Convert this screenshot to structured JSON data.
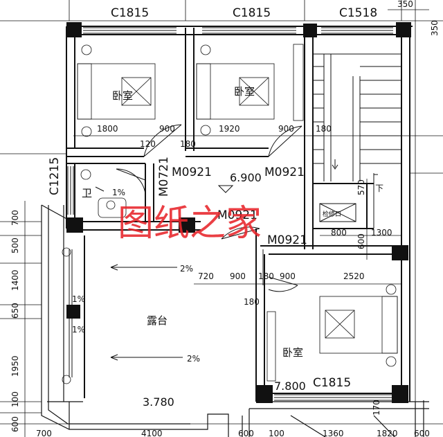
{
  "window_tags": {
    "top_left": "C1815",
    "top_middle": "C1815",
    "top_right": "C1518",
    "left": "C1215",
    "bottom": "C1815"
  },
  "door_tags": {
    "bedroom_left": "M0921",
    "bedroom_middle": "M0921",
    "bathroom": "M0721",
    "stair_landing": "M0921",
    "bedroom_bottom": "M0921"
  },
  "rooms": {
    "bedroom_left": "卧室",
    "bedroom_middle": "卧室",
    "bedroom_bottom": "卧室",
    "bathroom": "卫",
    "terrace": "露台",
    "stair_down": "下",
    "access_hatch": "检修口"
  },
  "levels": {
    "floor": "6.900",
    "terrace_top": "7.800",
    "terrace_bottom": "3.780"
  },
  "slopes": {
    "bathroom": "1%",
    "terrace_upper": "2%",
    "terrace_lower": "2%",
    "gutter_upper": "1%",
    "gutter_lower": "1%"
  },
  "dimensions": {
    "top_right": [
      "350",
      "350"
    ],
    "row_upper": [
      "1800",
      "900",
      "1920",
      "900",
      "180"
    ],
    "row_upper_walls": [
      "120",
      "180"
    ],
    "stair": [
      "570",
      "800",
      "600",
      "1300"
    ],
    "row_middle": [
      "720",
      "900",
      "180",
      "900",
      "2520"
    ],
    "middle_wall": "180",
    "left": [
      "700",
      "500",
      "1400",
      "650",
      "1950",
      "100",
      "600"
    ],
    "bottom": [
      "700",
      "4100",
      "600",
      "100",
      "1360",
      "1820",
      "600"
    ],
    "bottom_right": "170"
  },
  "watermark": "图纸之家",
  "colors": {
    "line": "#111111",
    "column": "#111111",
    "watermark": "#e8252b"
  }
}
